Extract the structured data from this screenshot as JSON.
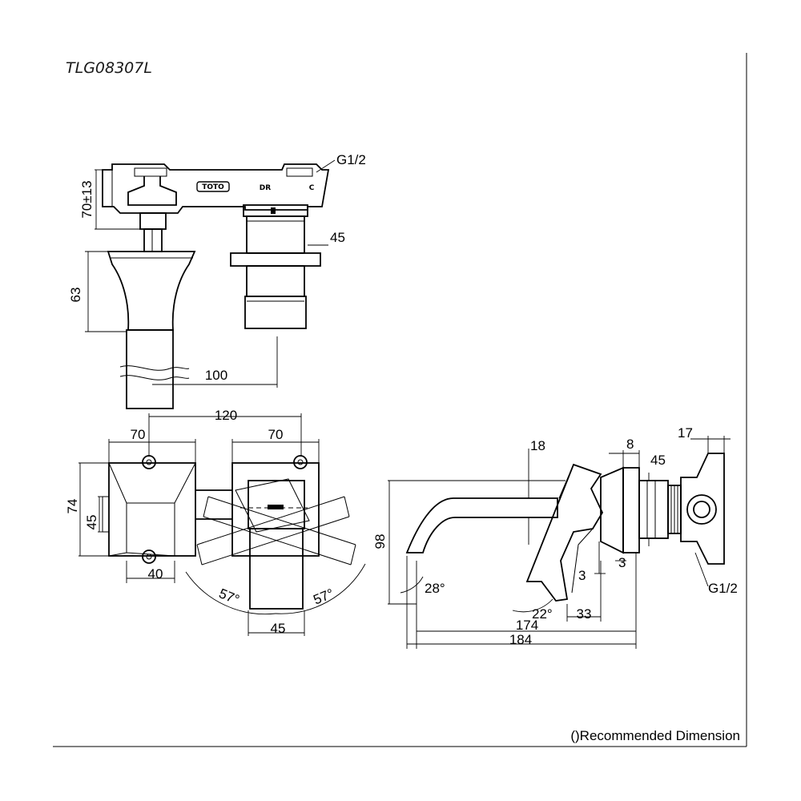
{
  "model_code": "TLG08307L",
  "footnote": "()Recommended Dimension",
  "top_view": {
    "brand_marks": [
      "TOTO",
      "DR",
      "C"
    ],
    "thread_label": "G1/2",
    "dimensions": [
      "70±13",
      "45",
      "63",
      "100"
    ]
  },
  "front_view": {
    "dimensions": [
      "120",
      "70",
      "70",
      "74",
      "45",
      "40",
      "45"
    ],
    "angles": [
      "57°",
      "57°"
    ]
  },
  "side_view": {
    "thread_label": "G1/2",
    "dimensions": [
      "18",
      "8",
      "45",
      "17",
      "98",
      "3",
      "3",
      "33",
      "174",
      "184"
    ],
    "angles": [
      "28°",
      "22°"
    ]
  }
}
